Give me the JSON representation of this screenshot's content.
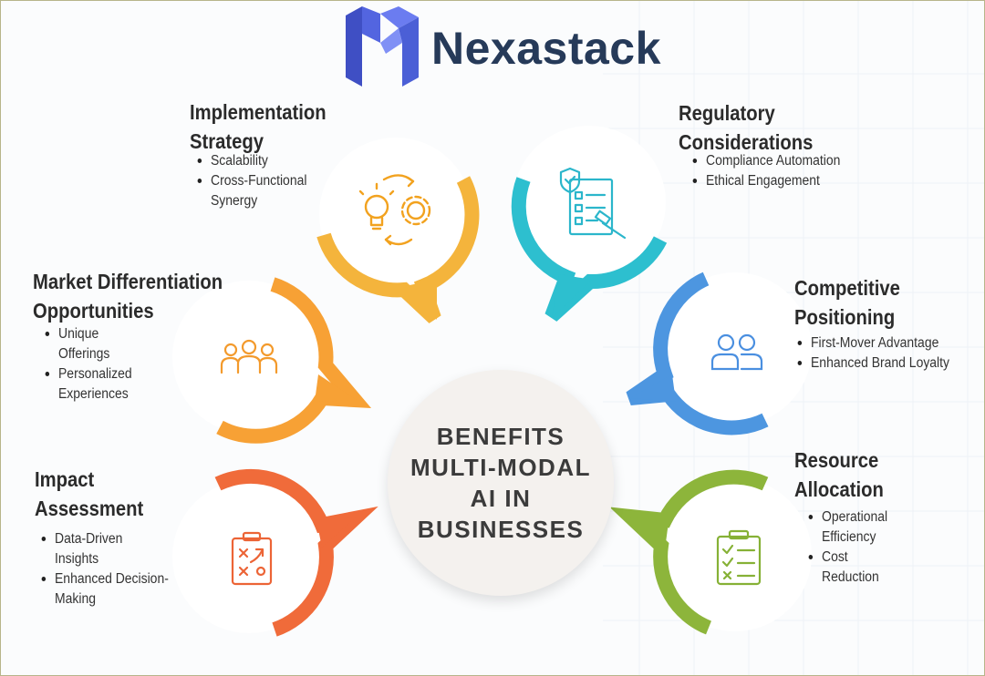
{
  "brand": {
    "name": "Nexastack"
  },
  "center": {
    "lines": [
      "BENEFITS",
      "MULTI-MODAL",
      "AI IN",
      "BUSINESSES"
    ]
  },
  "colors": {
    "yellow": "#f4b43c",
    "teal": "#2dbfcf",
    "orange": "#f7a135",
    "blue": "#4d96e0",
    "red": "#f06b3a",
    "green": "#8db53b",
    "navy": "#263a59",
    "logo": "#4b5fd6"
  },
  "sections": {
    "implementation": {
      "title_lines": [
        "Implementation",
        "Strategy"
      ],
      "bullets": [
        "Scalability",
        "Cross-Functional Synergy"
      ],
      "icon": "innovation-process-icon"
    },
    "regulatory": {
      "title_lines": [
        "Regulatory",
        "Considerations"
      ],
      "bullets": [
        "Compliance Automation",
        "Ethical Engagement"
      ],
      "icon": "compliance-checklist-icon"
    },
    "market": {
      "title_lines": [
        "Market Differentiation",
        "Opportunities"
      ],
      "bullets": [
        "Unique Offerings",
        "Personalized Experiences"
      ],
      "icon": "team-icon"
    },
    "competitive": {
      "title_lines": [
        "Competitive",
        "Positioning"
      ],
      "bullets": [
        "First-Mover Advantage",
        "Enhanced Brand Loyalty"
      ],
      "icon": "users-icon"
    },
    "impact": {
      "title_lines": [
        "Impact",
        "Assessment"
      ],
      "bullets": [
        "Data-Driven Insights",
        "Enhanced Decision-Making"
      ],
      "icon": "strategy-clipboard-icon"
    },
    "resource": {
      "title_lines": [
        "Resource",
        "Allocation"
      ],
      "bullets": [
        "Operational Efficiency",
        "Cost Reduction"
      ],
      "icon": "task-list-icon"
    }
  }
}
